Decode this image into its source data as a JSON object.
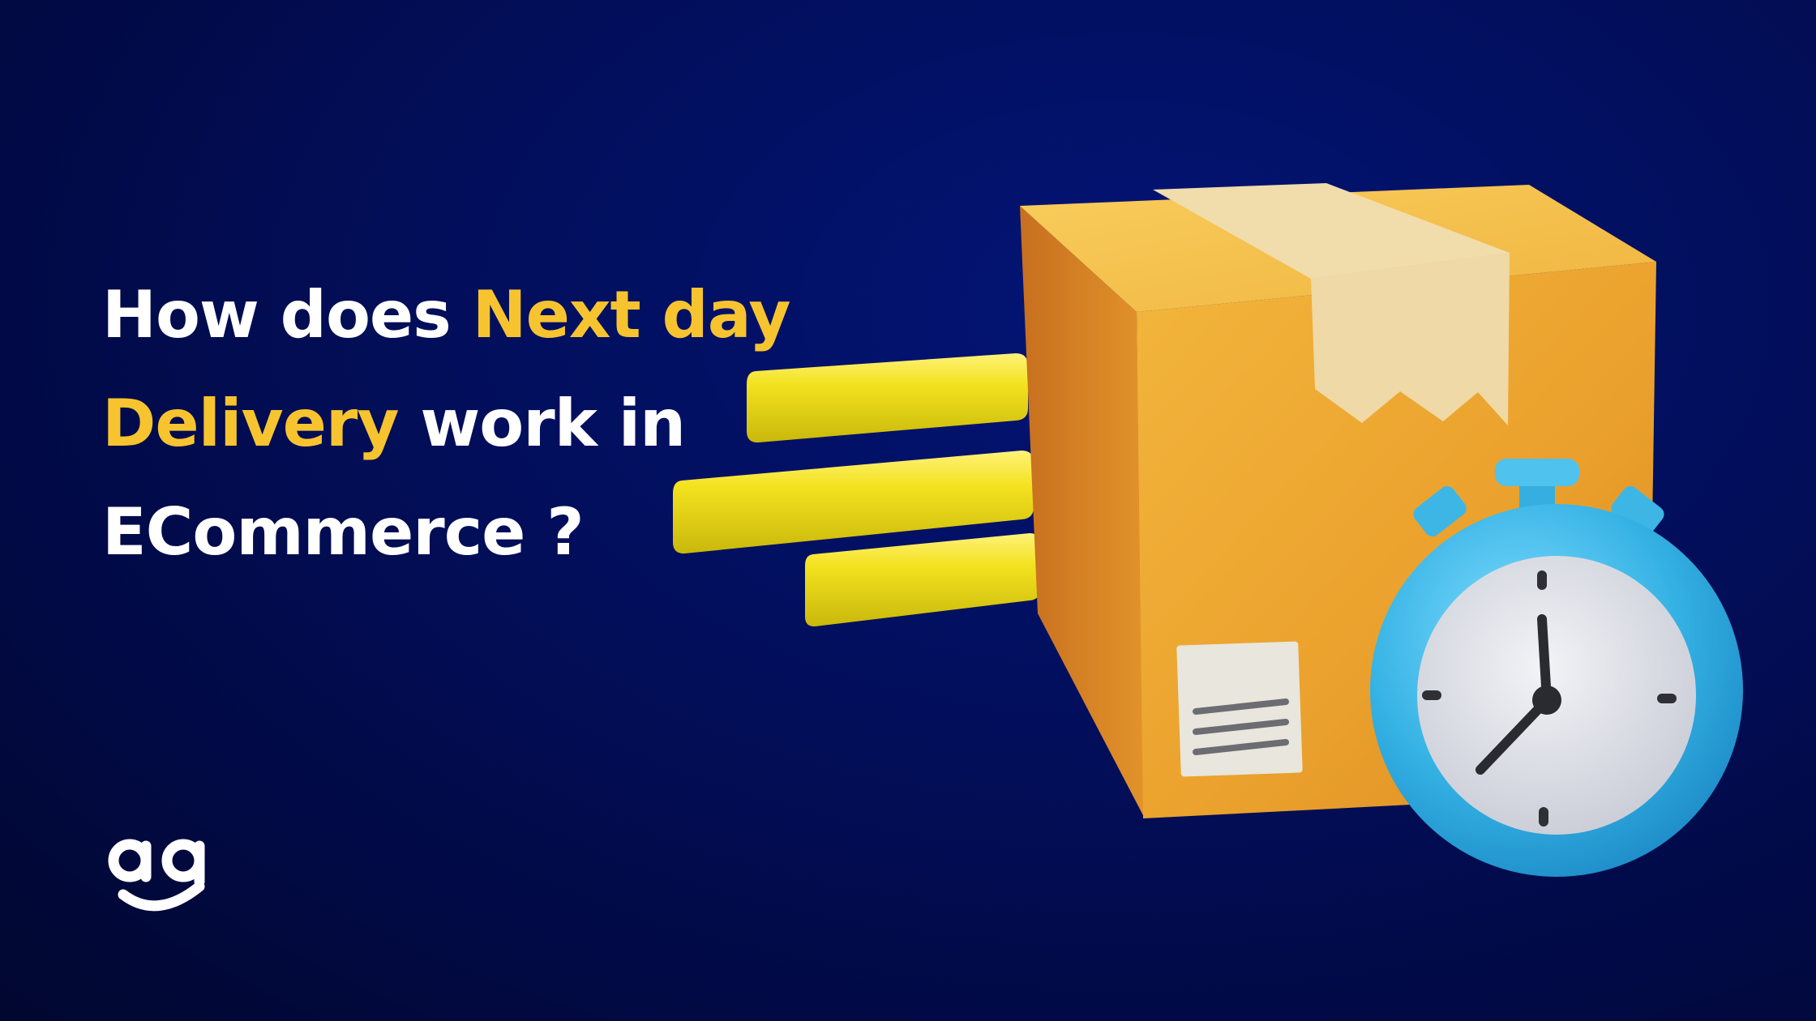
{
  "headline": {
    "line1_white": "How does ",
    "line1_yellow": "Next day",
    "line2_yellow": "Delivery",
    "line2_white": " work in",
    "line3_white": "ECommerce ?"
  },
  "logo": {
    "text": "ag"
  },
  "colors": {
    "background": "#020f5e",
    "headline_white": "#ffffff",
    "headline_accent": "#f7c430",
    "box": "#eda431",
    "tape": "#efd9a6",
    "speed_bars": "#f0dd1d",
    "stopwatch": "#3bb8e6"
  },
  "icons": [
    "package-box-icon",
    "stopwatch-icon",
    "speed-lines-icon",
    "brand-logo-icon"
  ]
}
